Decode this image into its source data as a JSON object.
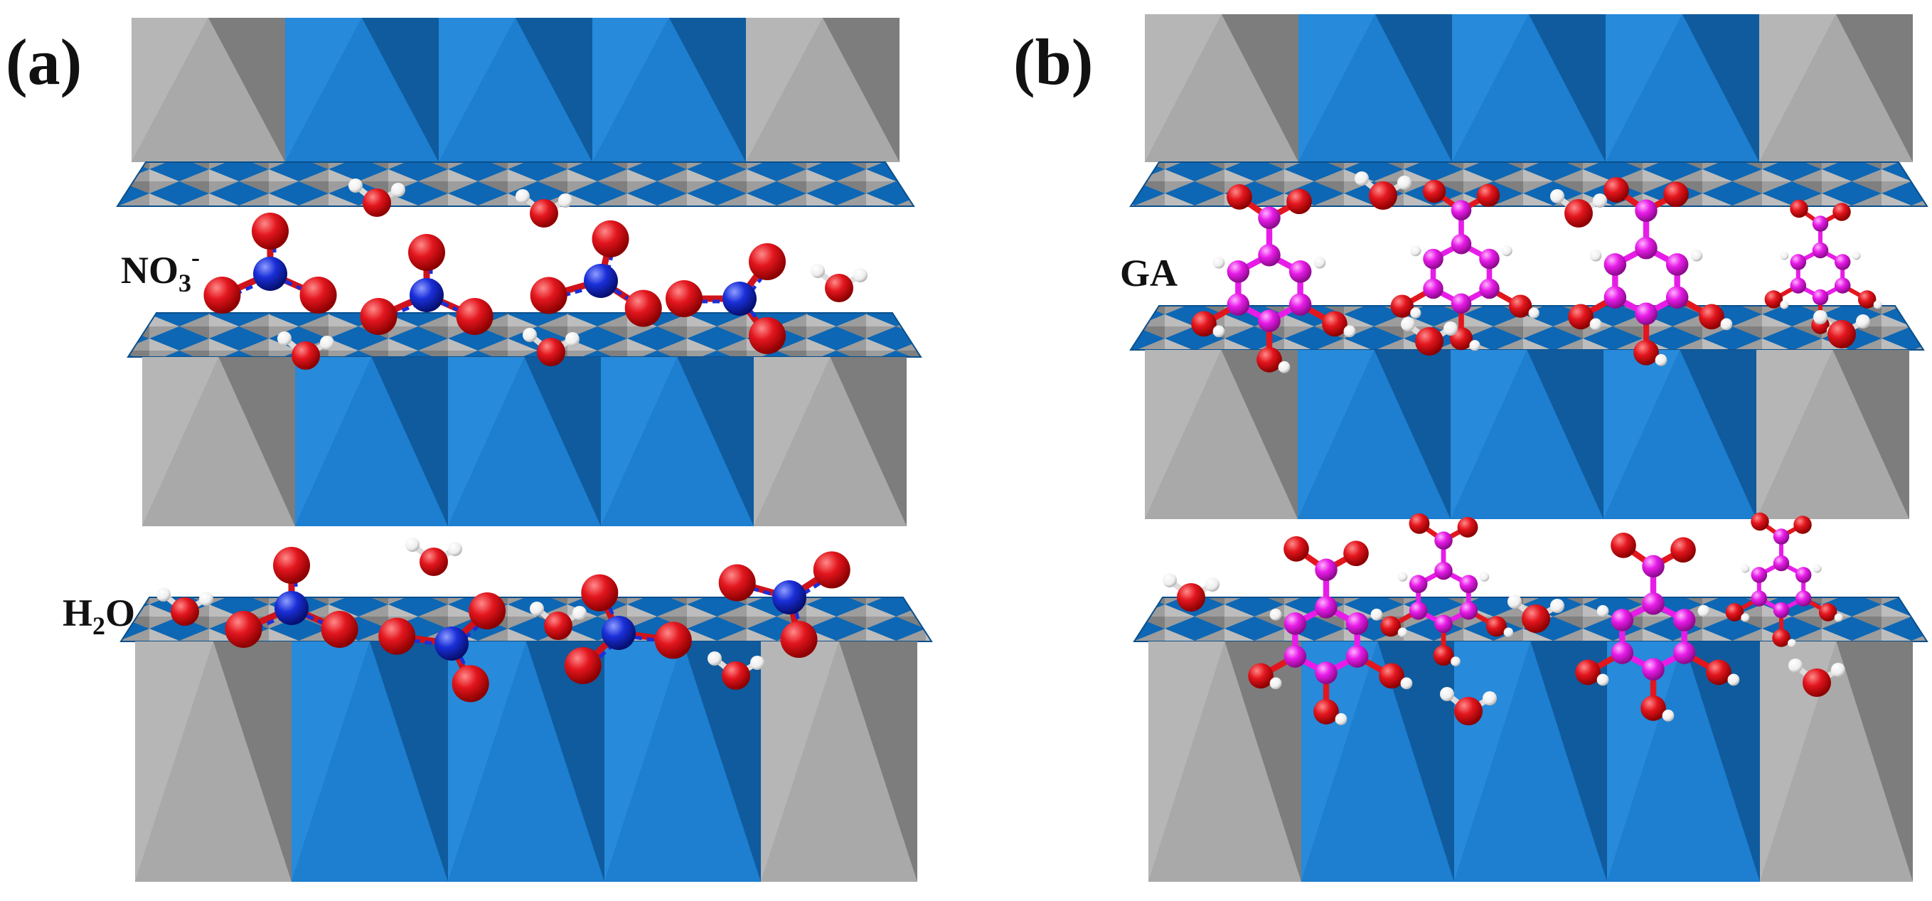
{
  "panels": [
    {
      "id": "a",
      "letter": "(a)"
    },
    {
      "id": "b",
      "letter": "(b)"
    }
  ],
  "labels": {
    "nitrate": {
      "base": "NO",
      "sub": "3",
      "sup": "-"
    },
    "water": {
      "base": "H",
      "sub": "2",
      "tail": "O"
    },
    "ga": "GA"
  },
  "colors": {
    "octahedron_blue": "#1e7ecf",
    "octahedron_dark": "#0f5b9e",
    "octahedron_gray": "#a9a9a9",
    "oxygen_red": "#e3161e",
    "nitrogen_blue": "#1a2fd8",
    "carbon_magenta": "#e81ce8",
    "hydrogen_white": "#f4f4f4"
  }
}
